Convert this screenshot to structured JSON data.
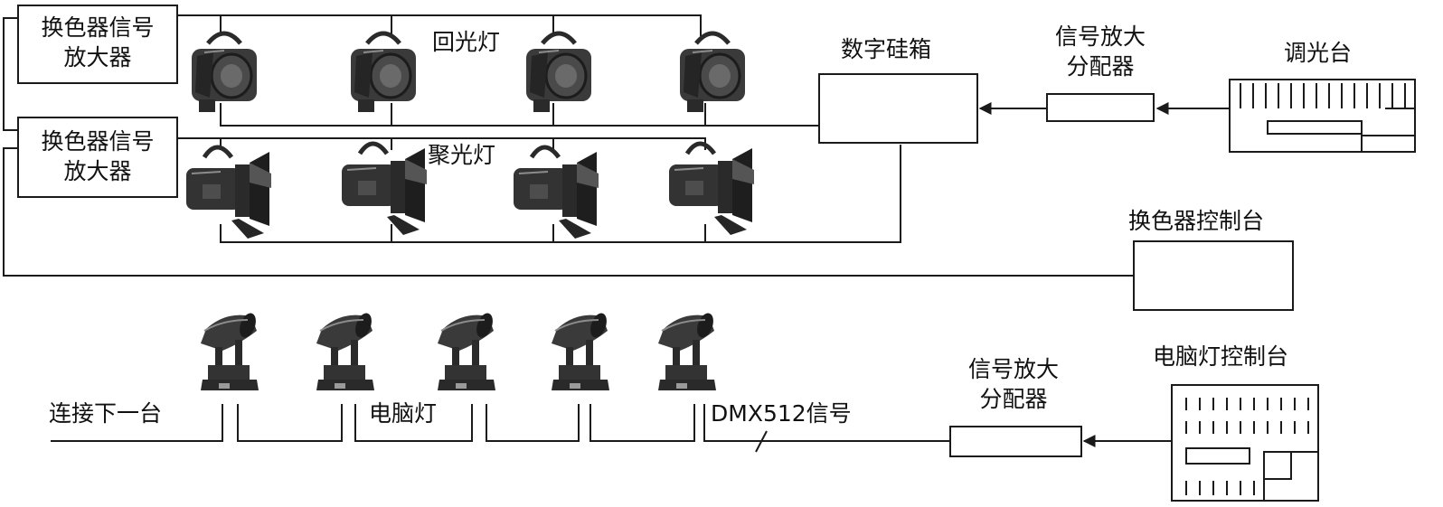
{
  "labels": {
    "color_changer_amp_top_line1": "换色器信号",
    "color_changer_amp_top_line2": "放大器",
    "color_changer_amp_bottom_line1": "换色器信号",
    "color_changer_amp_bottom_line2": "放大器",
    "backlight": "回光灯",
    "spotlight": "聚光灯",
    "dimmer_rack": "数字硅箱",
    "signal_amp_top_line1": "信号放大",
    "signal_amp_top_line2": "分配器",
    "dimmer_console": "调光台",
    "color_changer_console": "换色器控制台",
    "connect_next": "连接下一台",
    "moving_head": "电脑灯",
    "dmx_signal": "DMX512信号",
    "signal_amp_bottom_line1": "信号放大",
    "signal_amp_bottom_line2": "分配器",
    "moving_head_console": "电脑灯控制台"
  },
  "colors": {
    "line": "#1a1a1a",
    "fixture_body": "#3a3a3a",
    "fixture_dark": "#1c1c1c",
    "fixture_highlight": "#8c8c8c"
  }
}
